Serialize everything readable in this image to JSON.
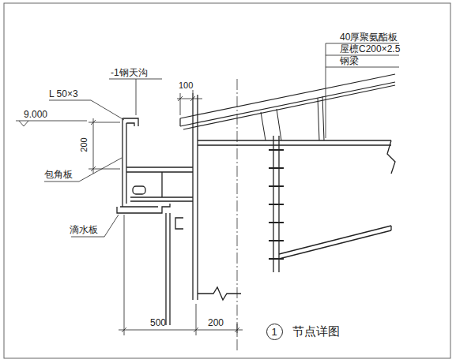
{
  "diagram": {
    "caption": "节点详图",
    "nodes": [
      {
        "text": [
          "1"
        ]
      }
    ],
    "labels": [
      "40厚聚氨酯板",
      "屋檩C200×2.5",
      "钢梁",
      "-1钢天沟",
      "100",
      "L 50×3",
      "9.000",
      "200",
      "包角板",
      "滴水板",
      "500",
      "200"
    ]
  }
}
